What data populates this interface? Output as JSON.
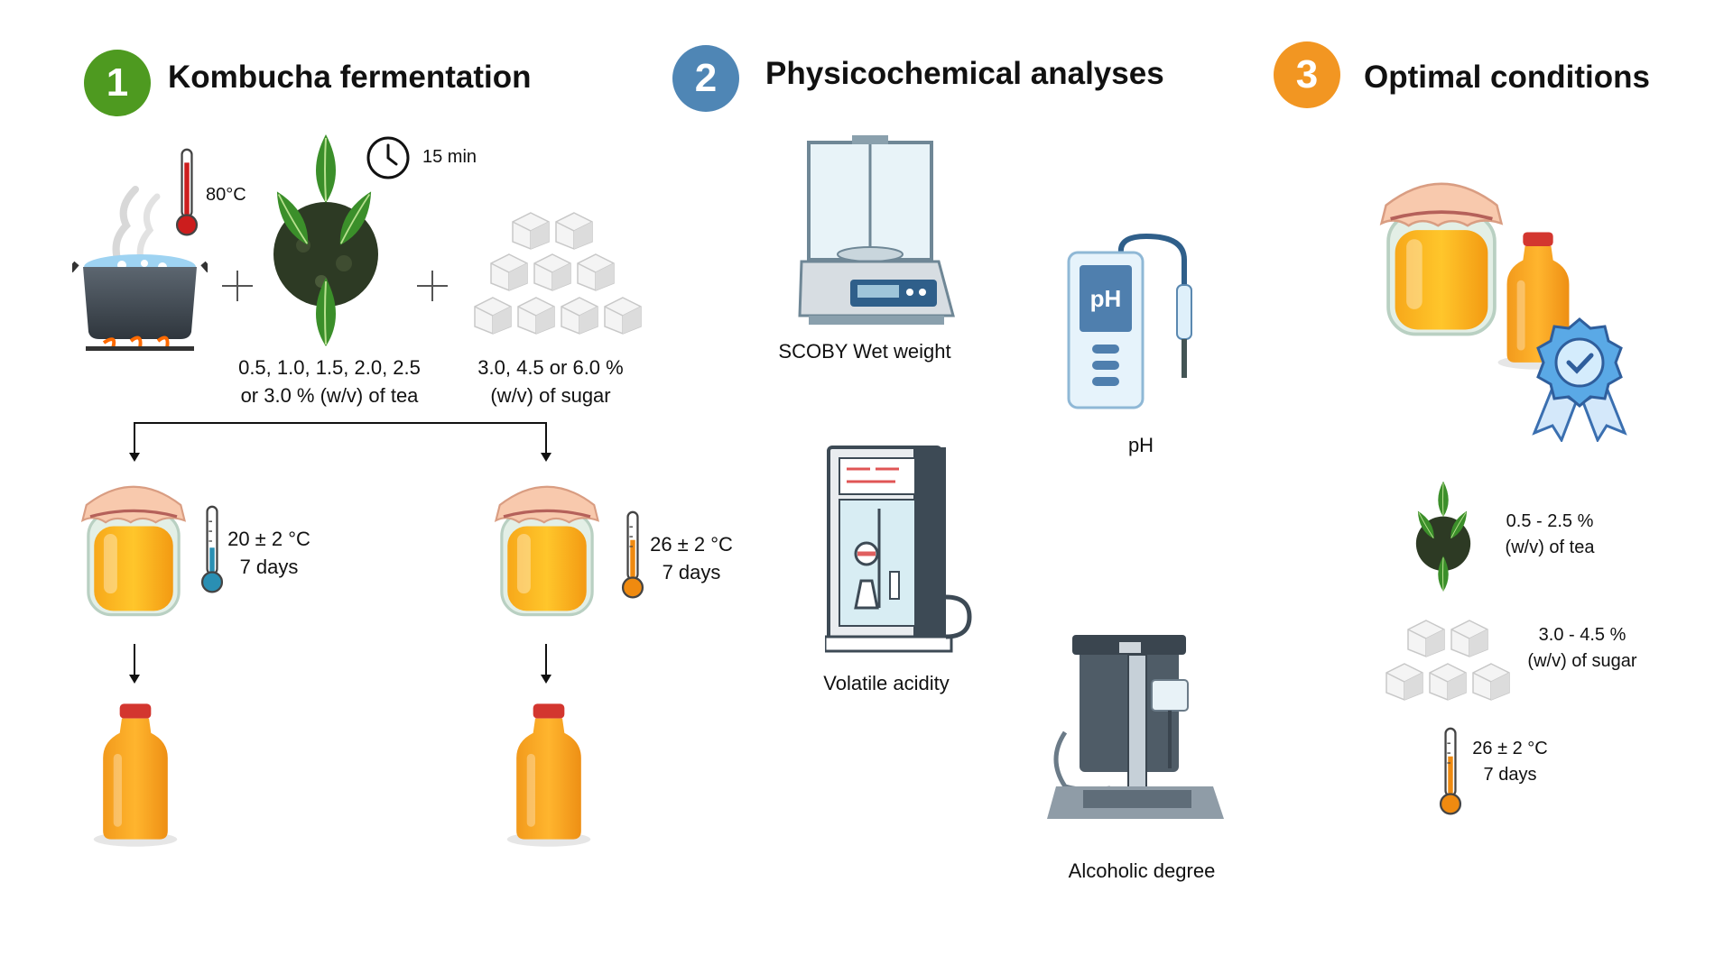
{
  "steps": [
    {
      "number": "1",
      "title": "Kombucha fermentation",
      "color": "#4e9a20"
    },
    {
      "number": "2",
      "title": "Physicochemical analyses",
      "color": "#4f86b5"
    },
    {
      "number": "3",
      "title": "Optimal conditions",
      "color": "#f29622"
    }
  ],
  "fermentation": {
    "boil_temp": "80°C",
    "infusion_time": "15 min",
    "tea_line1": "0.5, 1.0, 1.5, 2.0, 2.5",
    "tea_line2": "or 3.0 % (w/v) of tea",
    "sugar_line1": "3.0, 4.5 or 6.0 %",
    "sugar_line2": "(w/v) of sugar",
    "branch_a_temp": "20 ± 2 °C",
    "branch_a_days": "7 days",
    "branch_b_temp": "26 ± 2 °C",
    "branch_b_days": "7 days"
  },
  "analyses": {
    "scoby": "SCOBY Wet weight",
    "ph": "pH",
    "ph_screen": "pH",
    "acidity": "Volatile acidity",
    "alcohol": "Alcoholic degree"
  },
  "optimal": {
    "tea_line1": "0.5 - 2.5 %",
    "tea_line2": "(w/v) of tea",
    "sugar_line1": "3.0 - 4.5 %",
    "sugar_line2": "(w/v) of sugar",
    "temp": "26 ± 2 °C",
    "days": "7 days"
  },
  "icons": [
    "boiling-pot-icon",
    "thermometer-icon",
    "tea-leaves-icon",
    "clock-icon",
    "sugar-cubes-icon",
    "jar-icon",
    "bottle-icon",
    "analytical-balance-icon",
    "ph-meter-icon",
    "titrator-icon",
    "distillation-apparatus-icon",
    "award-badge-icon"
  ]
}
